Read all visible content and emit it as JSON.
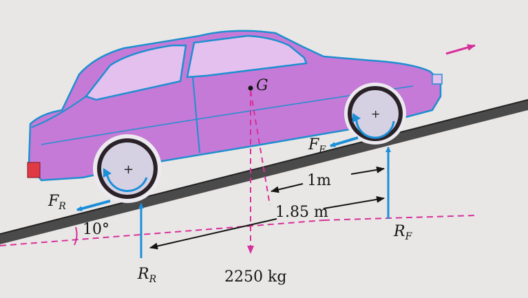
{
  "labels": {
    "center_of_gravity": "G",
    "weight": "2250 kg",
    "distance_front": "1m",
    "distance_wheelbase": "1.85 m",
    "angle": "10°",
    "front_friction": {
      "symbol": "F",
      "subscript": "F"
    },
    "rear_friction": {
      "symbol": "F",
      "subscript": "R"
    },
    "front_reaction": {
      "symbol": "R",
      "subscript": "F"
    },
    "rear_reaction": {
      "symbol": "R",
      "subscript": "R"
    }
  },
  "colors": {
    "car_body": "#c47ad6",
    "car_outline": "#1e8fd0",
    "window": "#e4c0ee",
    "wheel": "#d5d0e2",
    "tyre": "#2a2228",
    "road": "#4a4a4a",
    "force_arrow": "#1a8ed8",
    "dimension_line": "#141414",
    "dashed_line": "#d6309a",
    "motion_arrow": "#d6309a",
    "tail_light": "#e03a44"
  }
}
